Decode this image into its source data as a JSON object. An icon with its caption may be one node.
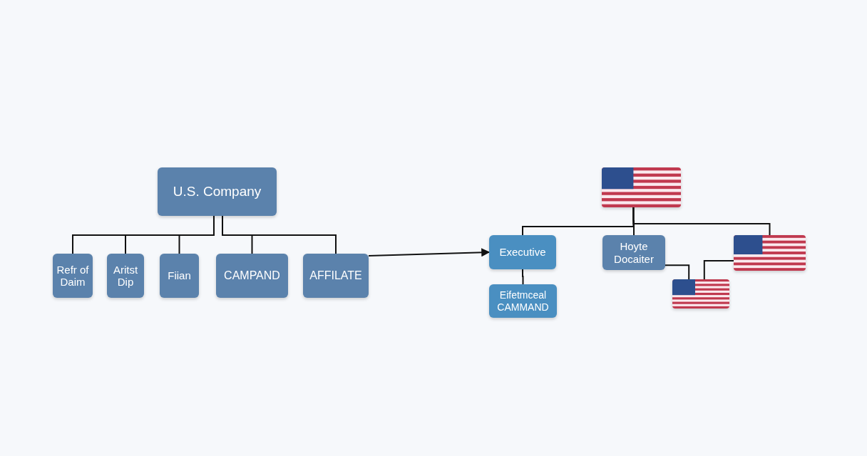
{
  "diagram": {
    "nodes": [
      {
        "text": [
          "U.S. Company"
        ]
      },
      {
        "text": [
          "Refr of Daim"
        ]
      },
      {
        "text": [
          "Aritst Dip"
        ]
      },
      {
        "text": [
          "Fiian"
        ]
      },
      {
        "text": [
          "CAMPAND"
        ]
      },
      {
        "text": [
          "AFFILATE"
        ]
      },
      {
        "text": [],
        "shape": "picture"
      },
      {
        "text": [
          "Executive"
        ]
      },
      {
        "text": [
          "Hoyte Docaiter"
        ]
      },
      {
        "text": [],
        "shape": "picture"
      },
      {
        "text": [
          "Eifetmceal CAMMAND"
        ]
      },
      {
        "text": [],
        "shape": "picture"
      }
    ],
    "edges": [
      {
        "from": 0,
        "to": 1,
        "arrow": "none"
      },
      {
        "from": 0,
        "to": 2,
        "arrow": "none"
      },
      {
        "from": 0,
        "to": 3,
        "arrow": "none"
      },
      {
        "from": 0,
        "to": 4,
        "arrow": "none"
      },
      {
        "from": 0,
        "to": 5,
        "arrow": "none"
      },
      {
        "from": 5,
        "to": 7,
        "arrow": "to"
      },
      {
        "from": 6,
        "to": 7,
        "arrow": "none"
      },
      {
        "from": 6,
        "to": 8,
        "arrow": "none"
      },
      {
        "from": 6,
        "to": 9,
        "arrow": "none"
      },
      {
        "from": 7,
        "to": 10,
        "arrow": "none"
      },
      {
        "from": 8,
        "to": 11,
        "arrow": "none"
      },
      {
        "from": 9,
        "to": 11,
        "arrow": "none"
      }
    ]
  }
}
